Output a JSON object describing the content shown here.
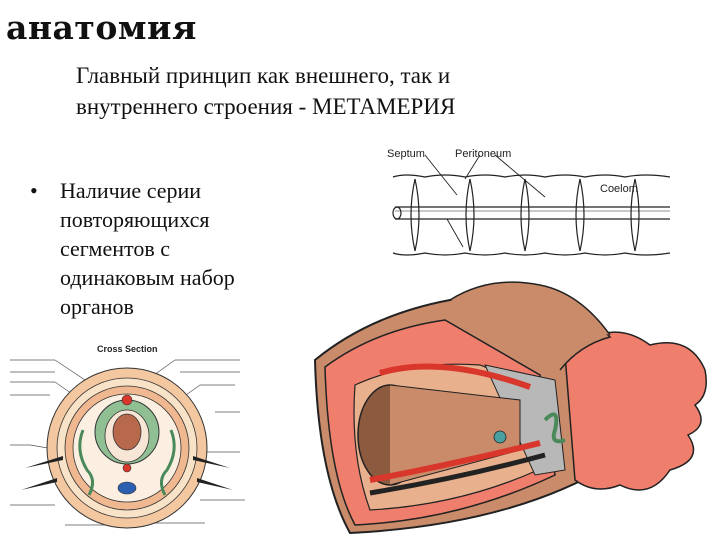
{
  "slide": {
    "title": "анатомия",
    "subtitle_line1": "Главный принцип как внешнего, так и",
    "subtitle_line2": "внутреннего строения  - МЕТАМЕРИЯ",
    "bullet_symbol": "•",
    "bullet_lines": [
      "Наличие серии",
      "повторяющихся",
      "сегментов с",
      "одинаковым набор",
      "органов"
    ]
  },
  "diagram_top": {
    "labels": {
      "septum": "Septum",
      "peritoneum": "Peritoneum",
      "coelom": "Coelom"
    }
  },
  "diagram_cross": {
    "title": "Cross Section"
  },
  "colors": {
    "body_wall": "#c98b6a",
    "muscle": "#e8b08c",
    "flesh": "#ef7e6d",
    "vessel": "#d9372b",
    "gut_green": "#7fb08a",
    "nerve_blue": "#2d5fb0"
  }
}
